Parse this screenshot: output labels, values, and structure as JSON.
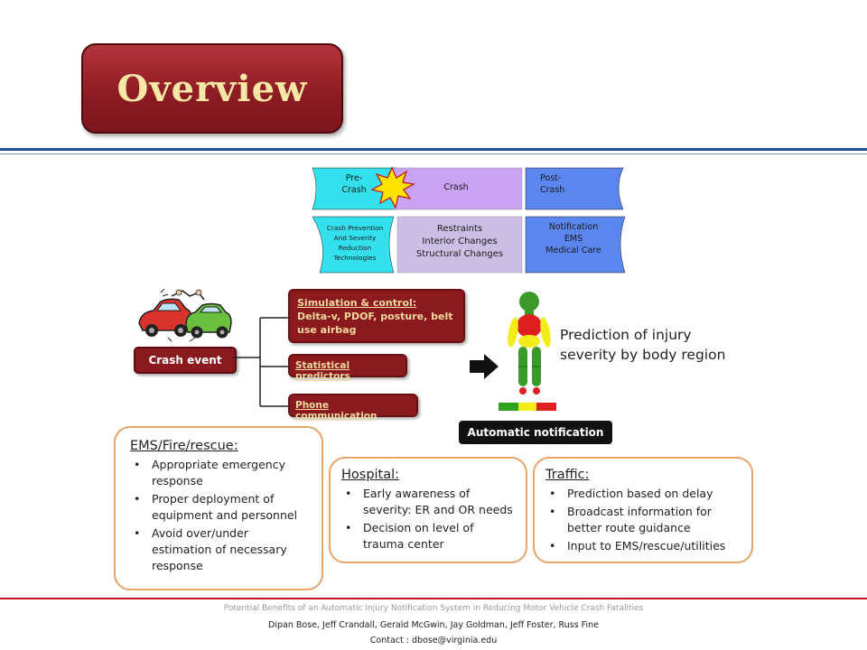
{
  "title": "Overview",
  "matrix": {
    "top": {
      "pre": "Pre-\nCrash",
      "crash": "Crash",
      "post": "Post-\nCrash"
    },
    "bottom": {
      "pre_lines": [
        "Crash Prevention",
        "And Severity",
        "Reduction",
        "Technologies"
      ],
      "crash_lines": [
        "Restraints",
        "Interior Changes",
        "Structural Changes"
      ],
      "post_lines": [
        "Notification",
        "EMS",
        "Medical Care"
      ]
    }
  },
  "flow": {
    "crash_event": "Crash event",
    "simulation_title": "Simulation & control:",
    "simulation_body": "Delta-v, PDOF, posture, belt use airbag",
    "statistical": "Statistical predictors",
    "phone": "Phone communication",
    "prediction": "Prediction of injury severity by body region",
    "notification": "Automatic notification"
  },
  "outcomes": {
    "ems": {
      "heading": "EMS/Fire/rescue:",
      "items": [
        "Appropriate emergency response",
        "Proper deployment of equipment and personnel",
        "Avoid over/under estimation of necessary response"
      ]
    },
    "hospital": {
      "heading": "Hospital:",
      "items": [
        "Early awareness of severity: ER and OR needs",
        "Decision on level of trauma center"
      ]
    },
    "traffic": {
      "heading": "Traffic:",
      "items": [
        "Prediction based on delay",
        "Broadcast information for better route guidance",
        "Input to EMS/rescue/utilities"
      ]
    }
  },
  "footer": {
    "line1": "Potential Benefits of an Automatic Injury Notification System in Reducing Motor Vehicle Crash Fatalities",
    "line2": "Dipan Bose, Jeff Crandall, Gerald McGwin, Jay Goldman, Jeff Foster, Russ Fine",
    "line3": "Contact : dbose@virginia.edu"
  },
  "colors": {
    "title_bg": "#8e1c24",
    "title_text": "#f6e7a6",
    "rule_blue": "#1f4fa0",
    "cyan": "#33e0ee",
    "lavender": "#c9a2f2",
    "lilac": "#cbbde4",
    "blue": "#5b86ee",
    "outcome_border": "#e6a46a",
    "footer_red": "#c0121c"
  }
}
